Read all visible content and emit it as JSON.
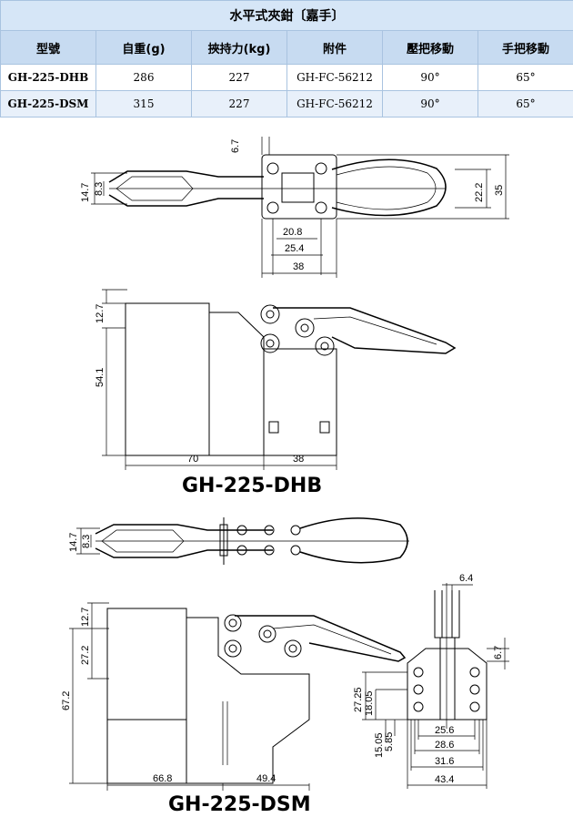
{
  "table": {
    "title": "水平式夾鉗〔嘉手〕",
    "headers": [
      "型號",
      "自重(g)",
      "挾持力(kg)",
      "附件",
      "壓把移動",
      "手把移動"
    ],
    "rows": [
      [
        "GH-225-DHB",
        "286",
        "227",
        "GH-FC-56212",
        "90°",
        "65°"
      ],
      [
        "GH-225-DSM",
        "315",
        "227",
        "GH-FC-56212",
        "90°",
        "65°"
      ]
    ]
  },
  "drawing": {
    "dhb_label": "GH-225-DHB",
    "dsm_label": "GH-225-DSM",
    "dims": {
      "d6_7": "6.7",
      "d14_7": "14.7",
      "d8_3": "8.3",
      "d22_2": "22.2",
      "d35": "35",
      "d20_8": "20.8",
      "d25_4": "25.4",
      "d38": "38",
      "d12_7": "12.7",
      "d54_1": "54.1",
      "d70": "70",
      "d38b": "38",
      "d14_7b": "14.7",
      "d8_3b": "8.3",
      "d6_4": "6.4",
      "d12_7b": "12.7",
      "d27_2": "27.2",
      "d67_2": "67.2",
      "d6_7b": "6.7",
      "d27_25": "27.25",
      "d18_05": "18.05",
      "d15_05": "15.05",
      "d5_85": "5.85",
      "d25_6": "25.6",
      "d28_6": "28.6",
      "d31_6": "31.6",
      "d43_4": "43.4",
      "d66_8": "66.8",
      "d49_4": "49.4"
    }
  }
}
